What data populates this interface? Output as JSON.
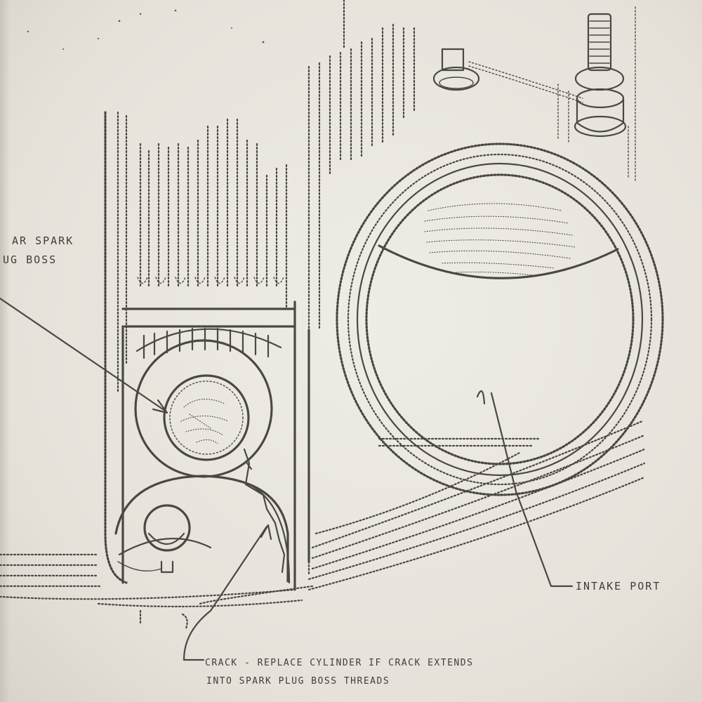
{
  "labels": {
    "spark_plug_boss": {
      "line1": "AR SPARK",
      "line2": "UG BOSS"
    },
    "intake_port": "INTAKE PORT",
    "crack_note": {
      "line1": "CRACK - REPLACE CYLINDER IF CRACK EXTENDS",
      "line2": "INTO SPARK PLUG BOSS THREADS"
    }
  },
  "colors": {
    "paper": "#ebe7e0",
    "ink": "#4a4843"
  }
}
